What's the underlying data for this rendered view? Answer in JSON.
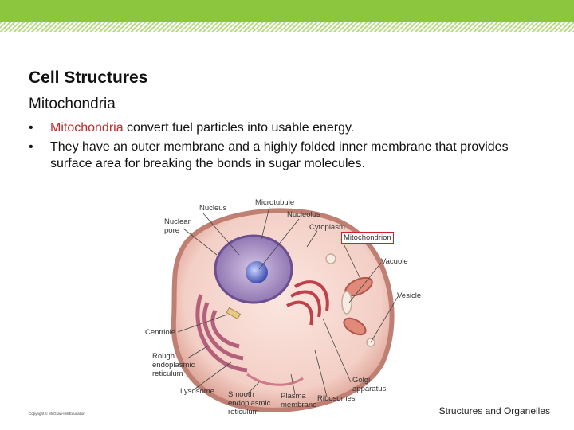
{
  "header": {
    "accent_color": "#8cc63f"
  },
  "slide": {
    "title": "Cell Structures",
    "subtitle": "Mitochondria",
    "bullets": [
      {
        "marker": "•",
        "highlight": "Mitochondria",
        "text": " convert fuel particles into usable energy."
      },
      {
        "marker": "•",
        "highlight": "",
        "text": "They have an outer membrane and a highly folded inner membrane that provides surface area for breaking the bonds in sugar molecules."
      }
    ],
    "highlight_color": "#c0282d"
  },
  "diagram": {
    "labels": {
      "nucleus": "Nucleus",
      "microtubule": "Microtubule",
      "nucleolus": "Nucleolus",
      "nuclear_pore_1": "Nuclear",
      "nuclear_pore_2": "pore",
      "cytoplasm": "Cytoplasm",
      "mitochondrion": "Mitochondrion",
      "vacuole": "Vacuole",
      "vesicle": "Vesicle",
      "centriole": "Centriole",
      "rough_er_1": "Rough",
      "rough_er_2": "endoplasmic",
      "rough_er_3": "reticulum",
      "lysosome": "Lysosome",
      "smooth_er_1": "Smooth",
      "smooth_er_2": "endoplasmic",
      "smooth_er_3": "reticulum",
      "plasma_1": "Plasma",
      "plasma_2": "membrane",
      "ribosomes": "Ribosomes",
      "golgi_1": "Golgi",
      "golgi_2": "apparatus"
    },
    "highlight_label_color": "#d0202a"
  },
  "footer": {
    "copyright": "Copyright © McGraw-Hill Education",
    "section": "Structures and Organelles"
  }
}
